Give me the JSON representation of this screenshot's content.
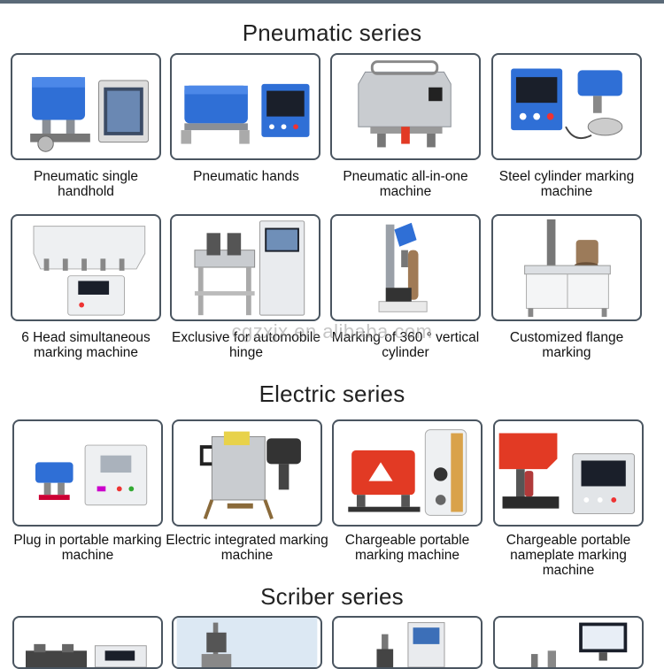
{
  "sections": {
    "pneumatic": "Pneumatic series",
    "electric": "Electric series",
    "scriber": "Scriber series"
  },
  "products": {
    "p1": "Pneumatic single handhold",
    "p2": "Pneumatic hands",
    "p3": "Pneumatic all-in-one machine",
    "p4": "Steel cylinder marking machine",
    "p5": "6 Head simultaneous marking machine",
    "p6": "Exclusive for automobile hinge",
    "p7": "Marking of 360 ° vertical cylinder",
    "p8": "Customized flange marking",
    "e1": "Plug in portable marking machine",
    "e2": "Electric integrated marking machine",
    "e3": "Chargeable portable marking machine",
    "e4": "Chargeable portable nameplate marking machine"
  },
  "watermark": "cgzxjx.en.alibaba.com",
  "colors": {
    "border": "#4a5560",
    "machine_blue": "#2f6fd6",
    "machine_red": "#e23a24",
    "machine_grey": "#c9ccd0"
  }
}
